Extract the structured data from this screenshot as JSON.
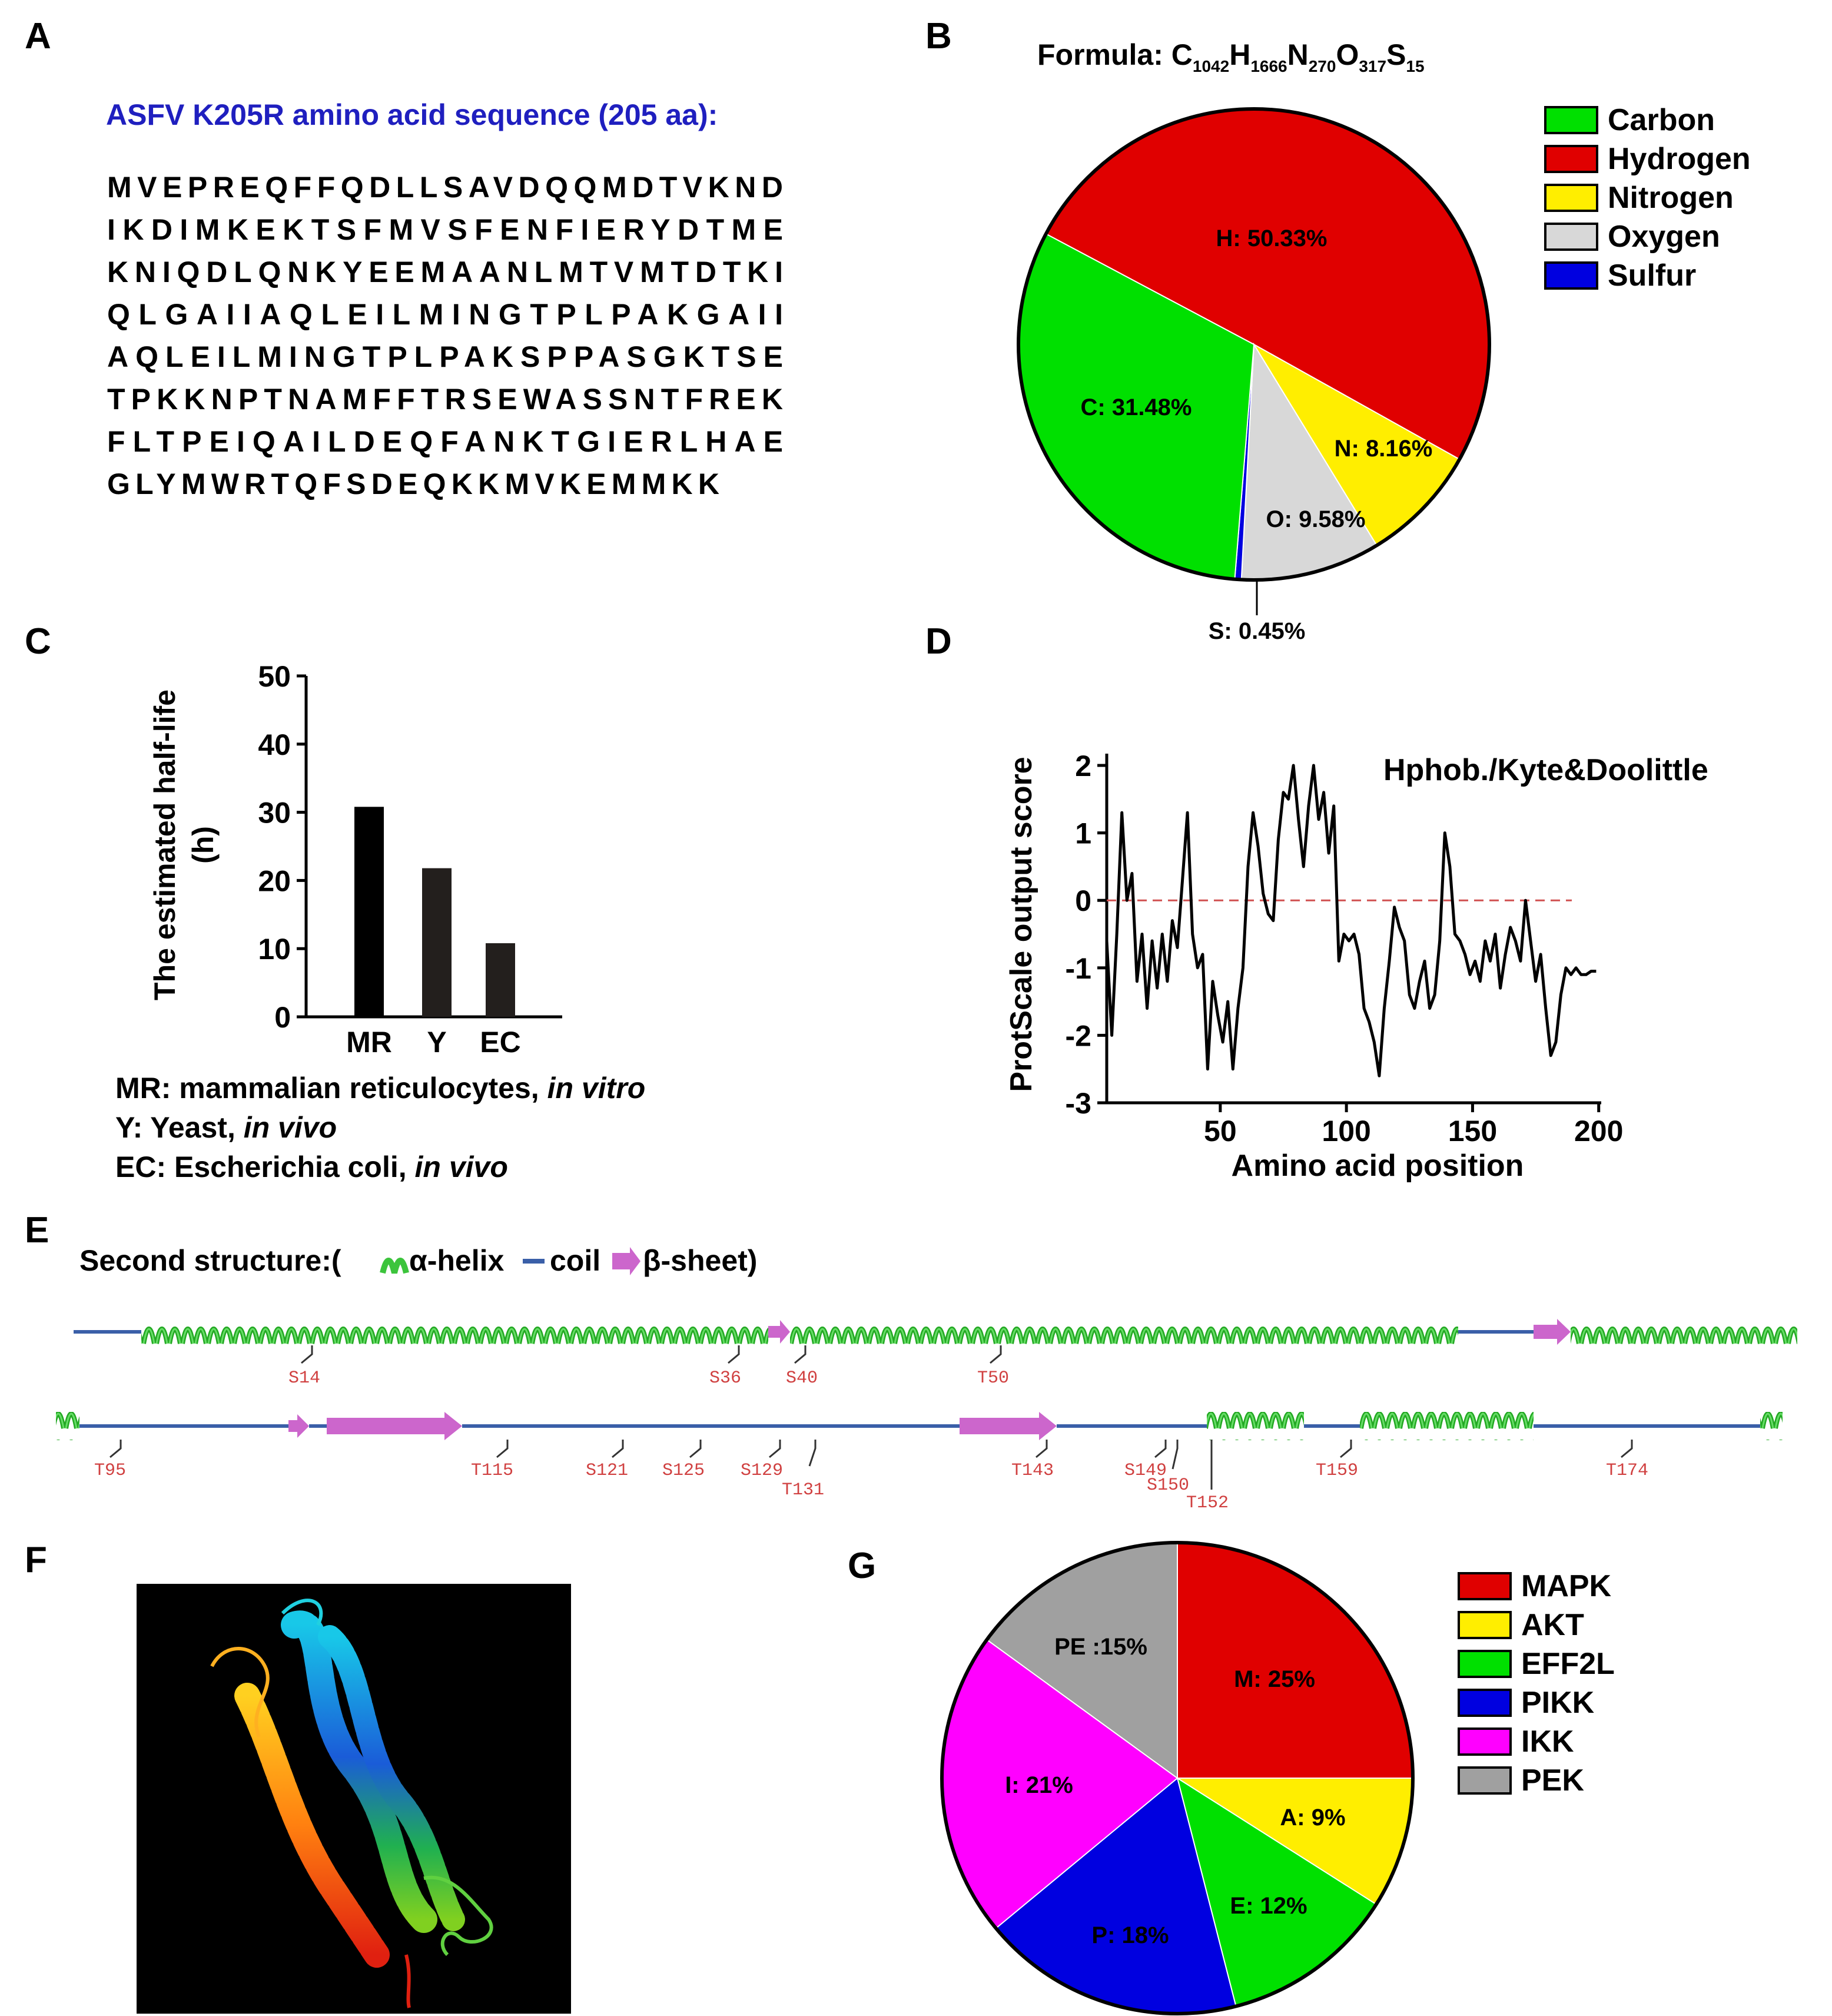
{
  "panel_labels": {
    "a": "A",
    "b": "B",
    "c": "C",
    "d": "D",
    "e": "E",
    "f": "F",
    "g": "G"
  },
  "panel_a": {
    "title": "ASFV K205R amino acid sequence (205 aa):",
    "title_color": "#1f1fbf",
    "sequence_lines": [
      "MVEPREQFFQDLLSAVDQQMDTVKND",
      "IKDIMKEKTSFMVSFENFIERYDTME",
      "KNIQDLQNKYEEMAANLMTVMTDTKI",
      "QLGAIIAQLEILMINGTPLPAKGAII",
      "AQLEILMINGTPLPAKSPPASGKTSE",
      "TPKKNPTNAMFFTRSEWASSNTFREK",
      "FLTPEIQAILDEQFANKTGIERLHAE",
      "GLYMWRTQFSDEQKKMVKEMMKK"
    ]
  },
  "panel_b": {
    "formula_prefix": "Formula: ",
    "formula": [
      {
        "el": "C",
        "n": "1042"
      },
      {
        "el": "H",
        "n": "1666"
      },
      {
        "el": "N",
        "n": "270"
      },
      {
        "el": "O",
        "n": "317"
      },
      {
        "el": "S",
        "n": "15"
      }
    ]
  },
  "panel_c": {
    "footnotes": [
      {
        "prefix": "MR: mammalian reticulocytes, ",
        "italic": "in vitro"
      },
      {
        "prefix": "Y: Yeast, ",
        "italic": "in vivo"
      },
      {
        "prefix": "EC: Escherichia coli, ",
        "italic": "in vivo"
      }
    ]
  },
  "panel_d": {
    "annotation": "Hphob./Kyte&Doolittle"
  },
  "panel_e": {
    "legend": {
      "prefix": "Second structure:(",
      "helix": "α-helix",
      "coil": "coil",
      "sheet": "β-sheet)"
    },
    "colors": {
      "helix": "#3cc43c",
      "coil": "#3a5fa8",
      "sheet": "#cc66cc",
      "site": "#d04040"
    },
    "row1_sites": [
      "S14",
      "S36",
      "S40",
      "T50"
    ],
    "row2_sites": [
      "T95",
      "T115",
      "S121",
      "S125",
      "S129",
      "T131",
      "T143",
      "S149",
      "S150",
      "T152",
      "T159",
      "T174"
    ]
  },
  "panel_f": {
    "image_alt": "ribbon 3D structure model"
  },
  "chart_data": [
    {
      "id": "B",
      "type": "pie",
      "title": "",
      "labels": [
        "Carbon",
        "Hydrogen",
        "Nitrogen",
        "Oxygen",
        "Sulfur"
      ],
      "values": [
        31.48,
        50.33,
        8.16,
        9.58,
        0.45
      ],
      "slice_labels": [
        "C: 31.48%",
        "H: 50.33%",
        "N: 8.16%",
        "O: 9.58%",
        "S: 0.45%"
      ],
      "colors": [
        "#00e000",
        "#e00000",
        "#ffee00",
        "#d8d8d8",
        "#0000e0"
      ],
      "legend": "top-right"
    },
    {
      "id": "C",
      "type": "bar",
      "categories": [
        "MR",
        "Y",
        "EC"
      ],
      "values": [
        30.8,
        21.8,
        10.8
      ],
      "ylabel_lines": [
        "The estimated half-life",
        "(h)"
      ],
      "ylim": [
        0,
        50
      ],
      "yticks": [
        0,
        10,
        20,
        30,
        40,
        50
      ],
      "colors": [
        "#000000",
        "#231f1d",
        "#231f1d"
      ]
    },
    {
      "id": "D",
      "type": "line",
      "xlabel": "Amino acid position",
      "ylabel": "ProtScale output score",
      "xlim": [
        5,
        201
      ],
      "ylim": [
        -3,
        2
      ],
      "xticks": [
        50,
        100,
        150,
        200
      ],
      "yticks": [
        2,
        1,
        0,
        -1,
        -2,
        -3
      ],
      "reference_line": 0,
      "reference_color": "#d05050",
      "series": [
        {
          "x": [
            5,
            7,
            9,
            11,
            13,
            15,
            17,
            19,
            21,
            23,
            25,
            27,
            29,
            31,
            33,
            35,
            37,
            39,
            41,
            43,
            45,
            47,
            49,
            51,
            53,
            55,
            57,
            59,
            61,
            63,
            65,
            67,
            69,
            71,
            73,
            75,
            77,
            79,
            81,
            83,
            85,
            87,
            89,
            91,
            93,
            95,
            97,
            99,
            101,
            103,
            105,
            107,
            109,
            111,
            113,
            115,
            117,
            119,
            121,
            123,
            125,
            127,
            129,
            131,
            133,
            135,
            137,
            139,
            141,
            143,
            145,
            147,
            149,
            151,
            153,
            155,
            157,
            159,
            161,
            163,
            165,
            167,
            169,
            171,
            173,
            175,
            177,
            179,
            181,
            183,
            185,
            187,
            189,
            191,
            193,
            195,
            197,
            199
          ],
          "y": [
            -0.6,
            -2.0,
            -0.5,
            1.3,
            0.0,
            0.4,
            -1.2,
            -0.5,
            -1.6,
            -0.6,
            -1.3,
            -0.5,
            -1.2,
            -0.3,
            -0.7,
            0.3,
            1.3,
            -0.5,
            -1.0,
            -0.8,
            -2.5,
            -1.2,
            -1.7,
            -2.1,
            -1.5,
            -2.5,
            -1.6,
            -1.0,
            0.5,
            1.3,
            0.8,
            0.1,
            -0.2,
            -0.3,
            0.9,
            1.6,
            1.5,
            2.0,
            1.2,
            0.5,
            1.4,
            2.0,
            1.2,
            1.6,
            0.7,
            1.4,
            -0.9,
            -0.5,
            -0.6,
            -0.5,
            -0.8,
            -1.6,
            -1.8,
            -2.1,
            -2.6,
            -1.6,
            -0.9,
            -0.1,
            -0.4,
            -0.6,
            -1.4,
            -1.6,
            -1.2,
            -0.9,
            -1.6,
            -1.4,
            -0.6,
            1.0,
            0.5,
            -0.5,
            -0.6,
            -0.8,
            -1.1,
            -0.9,
            -1.2,
            -0.6,
            -0.9,
            -0.5,
            -1.3,
            -0.8,
            -0.4,
            -0.6,
            -0.9,
            0.0,
            -0.6,
            -1.2,
            -0.8,
            -1.6,
            -2.3,
            -2.1,
            -1.4,
            -1.0,
            -1.1,
            -1.0,
            -1.1,
            -1.1,
            -1.05,
            -1.05
          ]
        }
      ]
    },
    {
      "id": "G",
      "type": "pie",
      "title": "",
      "labels": [
        "MAPK",
        "AKT",
        "EFF2L",
        "PIKK",
        "IKK",
        "PEK"
      ],
      "values": [
        25,
        9,
        12,
        18,
        21,
        15
      ],
      "slice_labels": [
        "M: 25%",
        "A: 9%",
        "E: 12%",
        "P: 18%",
        "I: 21%",
        "PE :15%"
      ],
      "colors": [
        "#e00000",
        "#ffee00",
        "#00e000",
        "#0000e0",
        "#ff00ff",
        "#a0a0a0"
      ],
      "legend": "right"
    }
  ]
}
